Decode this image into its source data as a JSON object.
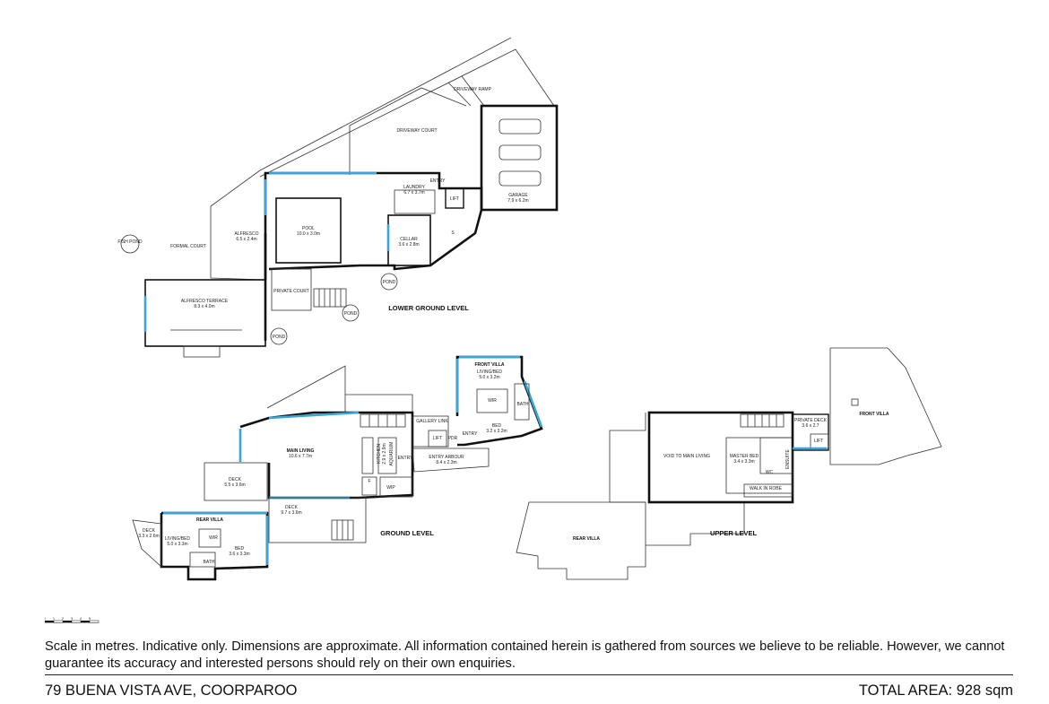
{
  "labels": {
    "driveway_ramp": "DRIVEWAY RAMP",
    "driveway_court": "DRIVEWAY COURT",
    "garage": "GARAGE",
    "garage_dim": "7.9 x 6.2m",
    "laundry": "LAUNDRY",
    "laundry_dim": "6.7 x 3.7m",
    "entry": "ENTRY",
    "lift": "LIFT",
    "pool": "POOL",
    "pool_dim": "10.0 x 3.0m",
    "cellar": "CELLAR",
    "cellar_dim": "3.6 x 2.8m",
    "s": "S",
    "fish_pond": "FISH POND",
    "formal_court": "FORMAL COURT",
    "alfresco": "ALFRESCO",
    "alfresco_dim": "6.5 x 2.4m",
    "alfresco_terrace": "ALFRESCO TERRACE",
    "alfresco_terrace_dim": "8.3 x 4.0m",
    "private_court": "PRIVATE COURT",
    "pond": "POND",
    "front_villa": "FRONT VILLA",
    "living_bed": "LIVING/BED",
    "front_living_dim": "5.0 x 3.2m",
    "bath": "BATH",
    "wir": "WIR",
    "bed": "BED",
    "front_bed_dim": "3.2 x 3.2m",
    "gallery_link": "GALLERY LINK",
    "pdr": "PDR",
    "entry_arbour": "ENTRY ARBOUR",
    "entry_arbour_dim": "8.4 x 2.3m",
    "main_living": "MAIN LIVING",
    "main_living_dim": "10.6 x 7.7m",
    "kitchen": "KITCHEN",
    "kitchen_dim": "2.9 x 2.9m",
    "aquarium": "AQUARIUM",
    "wip": "WIP",
    "f": "F",
    "deck": "DECK",
    "deck_left_dim": "5.5 x 3.6m",
    "deck_front_dim": "9.7 x 3.6m",
    "rear_villa": "REAR VILLA",
    "rear_living_dim": "5.0 x 3.3m",
    "rear_bed_dim": "3.6 x 3.3m",
    "rear_deck_dim": "3.3 x 2.6m",
    "void": "VOID TO MAIN LIVING",
    "master_bed": "MASTER BED",
    "master_bed_dim": "3.4 x 3.3m",
    "ensuite": "ENSUITE",
    "wc": "WC",
    "walk_in_robe": "WALK IN ROBE",
    "private_deck": "PRIVATE DECK",
    "private_deck_dim": "3.6 x 2.7"
  },
  "levels": {
    "lower_ground": "LOWER GROUND LEVEL",
    "ground": "GROUND LEVEL",
    "upper": "UPPER LEVEL"
  },
  "scale": {
    "ticks": [
      "0",
      "1",
      "2",
      "3",
      "4",
      "5"
    ]
  },
  "footer": {
    "disclaimer": "Scale in metres. Indicative only. Dimensions are approximate. All information contained herein is gathered from sources we believe to be reliable. However, we cannot guarantee its accuracy and interested persons should rely on their own enquiries.",
    "address": "79 BUENA VISTA AVE, COORPAROO",
    "total_area": "TOTAL AREA: 928 sqm"
  },
  "colors": {
    "wall": "#111111",
    "window": "#3aa6d8",
    "outline": "#555555"
  }
}
